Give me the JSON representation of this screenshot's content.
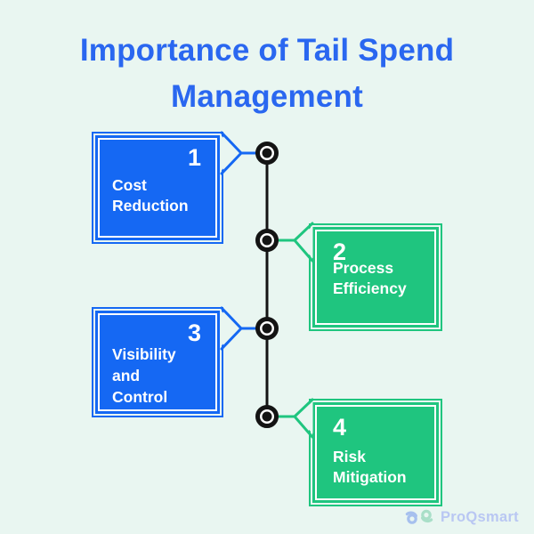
{
  "title": {
    "line1": "Importance of Tail Spend",
    "line2": "Management"
  },
  "steps": [
    {
      "number": "1",
      "lines": [
        "Cost",
        "Reduction"
      ],
      "color": "#1568F3",
      "side": "left"
    },
    {
      "number": "2",
      "lines": [
        "Process",
        "Efficiency"
      ],
      "color": "#1FC57F",
      "side": "right"
    },
    {
      "number": "3",
      "lines": [
        "Visibility",
        "and",
        "Control"
      ],
      "color": "#1568F3",
      "side": "left"
    },
    {
      "number": "4",
      "lines": [
        "Risk Mitigation"
      ],
      "color": "#1FC57F",
      "side": "right"
    }
  ],
  "footer": {
    "brand": "ProQsmart"
  },
  "colors": {
    "background": "#E9F6F1",
    "title": "#2A67F0",
    "blue": "#1568F3",
    "green": "#1FC57F",
    "timeline": "#141414",
    "logo_text": "#B9C7F3",
    "logo_swirl_left": "#A6C0EE",
    "logo_swirl_right": "#A9DFC8"
  }
}
